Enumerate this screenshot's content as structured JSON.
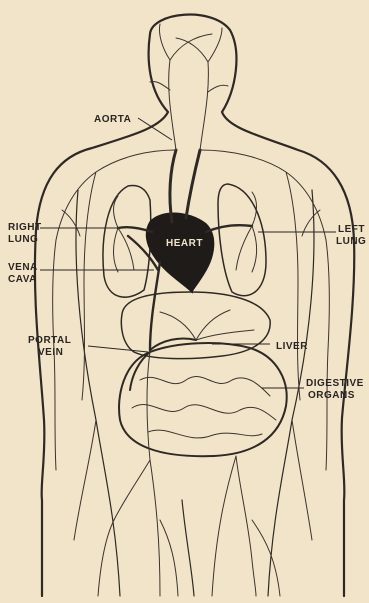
{
  "diagram": {
    "labels": {
      "aorta": "AORTA",
      "right_lung_1": "RIGHT",
      "right_lung_2": "LUNG",
      "left_lung_1": "LEFT",
      "left_lung_2": "LUNG",
      "heart": "HEART",
      "vena_cava_1": "VENA",
      "vena_cava_2": "CAVA",
      "portal_vein_1": "PORTAL",
      "portal_vein_2": "VEIN",
      "liver": "LIVER",
      "digestive_1": "DIGESTIVE",
      "digestive_2": "ORGANS"
    },
    "colors": {
      "paper": "#f1e4c9",
      "ink": "#2e2924",
      "organ_fill": "#c9bfae",
      "heart_fill": "#1e1b18"
    }
  }
}
